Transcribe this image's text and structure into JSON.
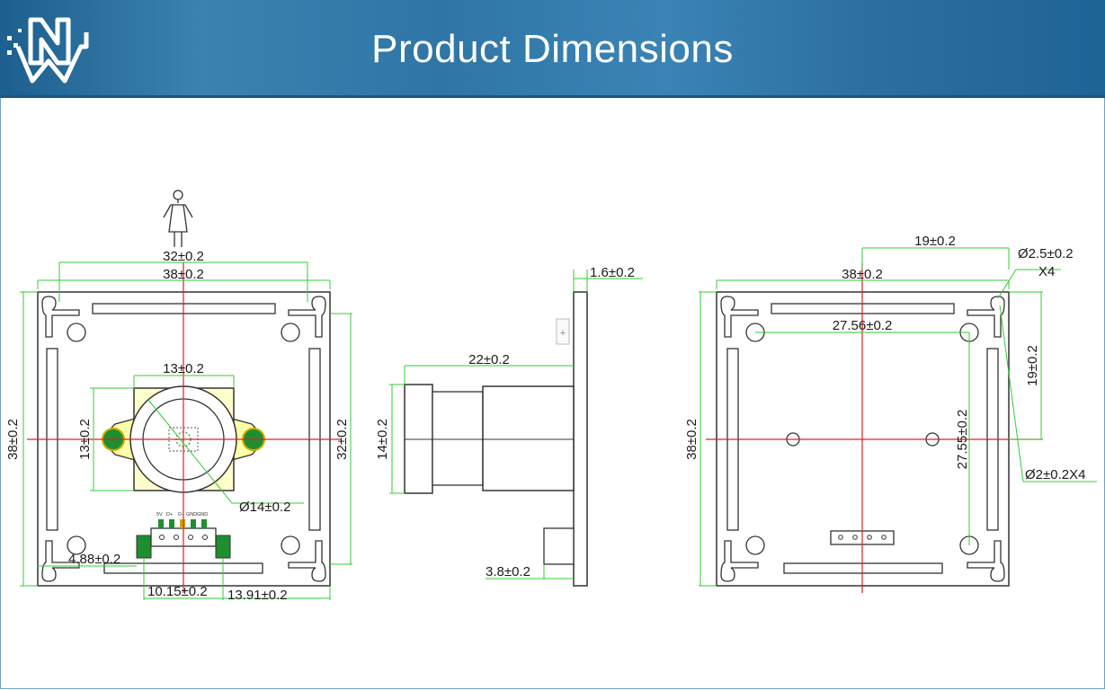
{
  "header": {
    "title": "Product Dimensions"
  },
  "colors": {
    "header_blue": "#2f76a6",
    "dimension_line": "#33cc33",
    "center_line": "#e02020",
    "outline": "#333333",
    "pad_green": "#1e8f2e"
  },
  "front_view": {
    "width_hole_spacing": "32±0.2",
    "width_board": "38±0.2",
    "height_board": "38±0.2",
    "height_hole_spacing": "32±0.2",
    "lens_holder_width": "13±0.2",
    "lens_holder_height": "13±0.2",
    "lens_diameter": "Ø14±0.2",
    "connector_pins": [
      "5V",
      "D+",
      "D-",
      "GND",
      "GND"
    ],
    "connector_offset": "4.88±0.2",
    "connector_width": "10.15±0.2",
    "connector_right": "13.91±0.2"
  },
  "side_view": {
    "board_thickness": "1.6±0.2",
    "lens_length": "22±0.2",
    "lens_height": "14±0.2",
    "connector_depth": "3.8±0.2"
  },
  "back_view": {
    "hole_offset": "19±0.2",
    "hole_diameter": "Ø2.5±0.2",
    "hole_count": "X4",
    "board_width": "38±0.2",
    "hole_spacing_x": "27.56±0.2",
    "vertical_offset": "19±0.2",
    "hole_spacing_y": "27.55±0.2",
    "board_height": "38±0.2",
    "small_hole": "Ø2±0.2X4"
  }
}
